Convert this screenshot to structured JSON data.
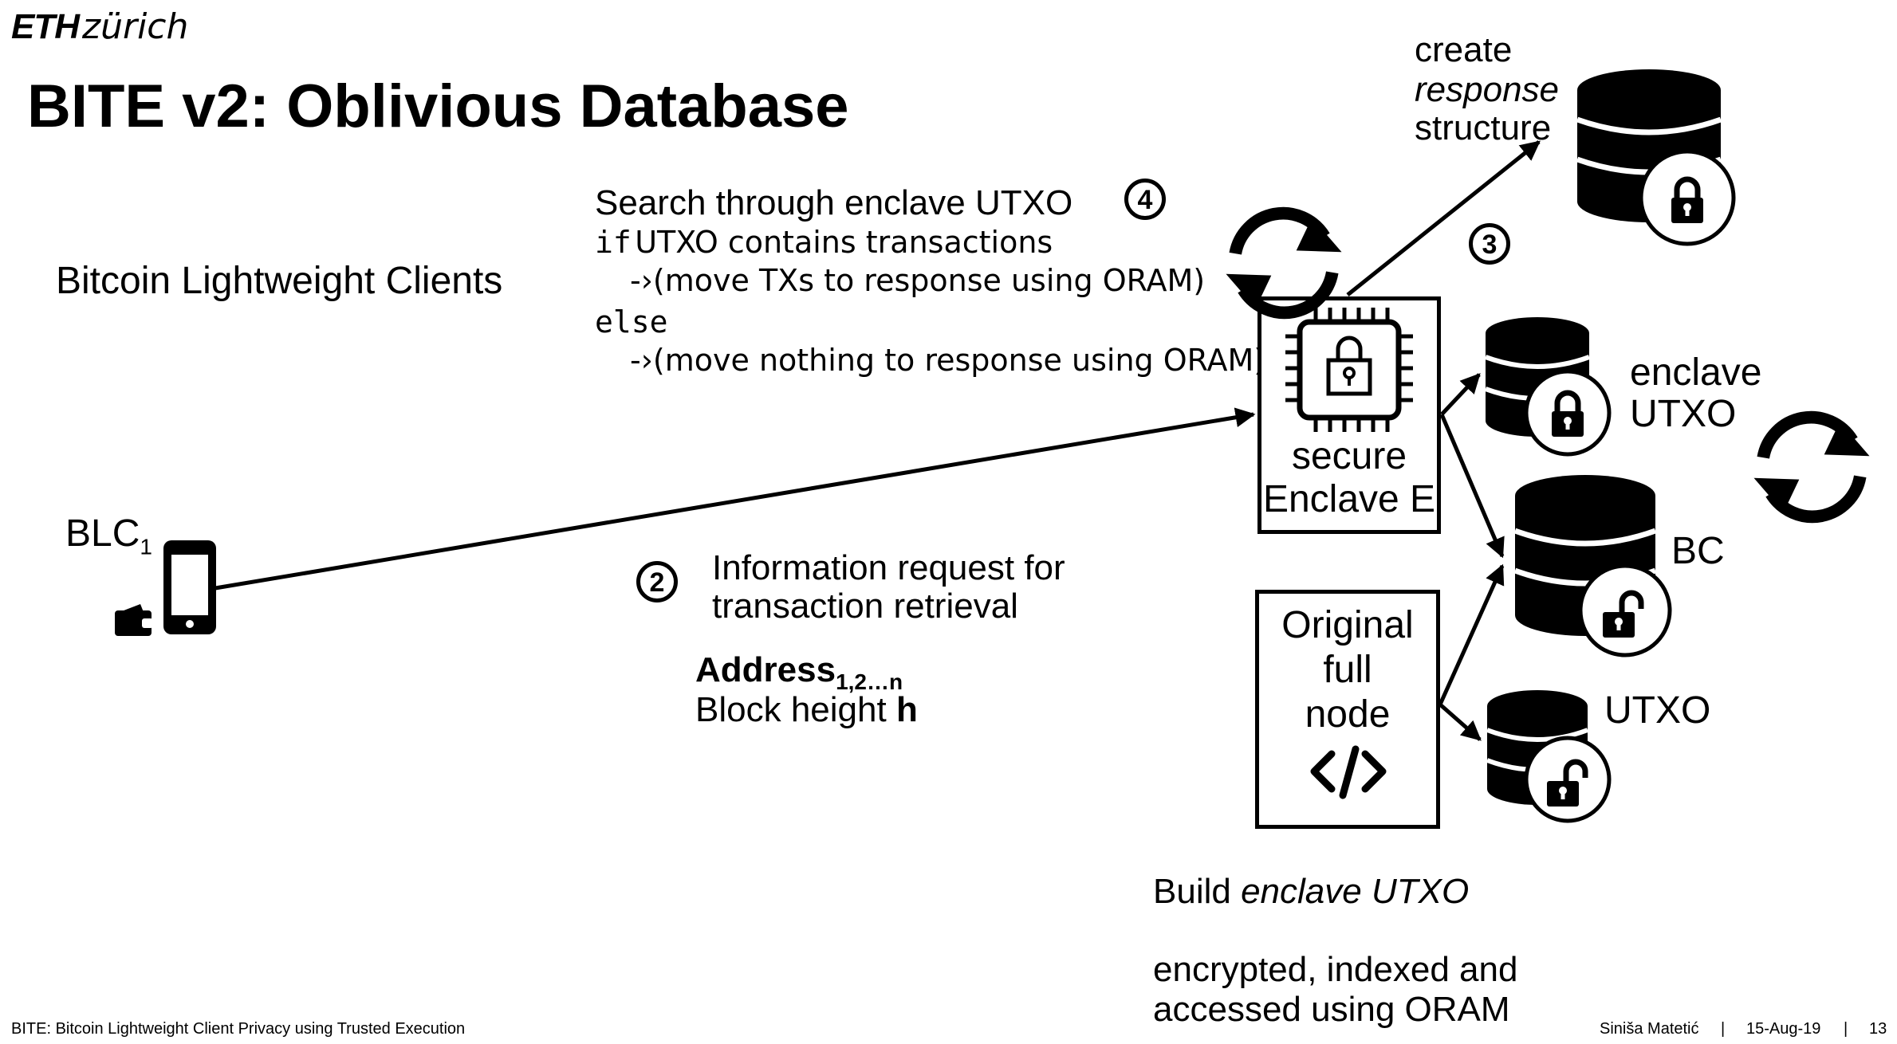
{
  "logo": {
    "bold": "ETH",
    "light": "zürich"
  },
  "title": "BITE v2: Oblivious Database",
  "clients_label": "Bitcoin Lightweight Clients",
  "blc": {
    "label": "BLC",
    "subscript": "1"
  },
  "search": {
    "line1": "Search through enclave UTXO",
    "if_keyword": "if",
    "if_text": "UTXO contains transactions",
    "then_text": "-›(move TXs to response using ORAM)",
    "else_keyword": "else",
    "else_text": "-›(move nothing to response using ORAM)"
  },
  "steps": {
    "s2": "2",
    "s3": "3",
    "s4": "4"
  },
  "request": {
    "line1": "Information request for",
    "line2": "transaction retrieval",
    "address": "Address",
    "address_sub": "1,2…n",
    "block_prefix": "Block height",
    "block_var": "h"
  },
  "create_response": {
    "line1": "create",
    "line2": "response",
    "line3": "structure"
  },
  "enclave": {
    "line1": "secure",
    "line2": "Enclave E"
  },
  "fullnode": {
    "line1": "Original",
    "line2": "full",
    "line3": "node"
  },
  "db_labels": {
    "enclave_utxo_1": "enclave",
    "enclave_utxo_2": "UTXO",
    "bc": "BC",
    "utxo": "UTXO"
  },
  "build": {
    "prefix": "Build",
    "emph": "enclave UTXO",
    "line2": "encrypted, indexed and",
    "line3": "accessed using ORAM"
  },
  "footer": {
    "left": "BITE: Bitcoin Lightweight Client Privacy using Trusted Execution",
    "author": "Siniša Matetić",
    "date": "15-Aug-19",
    "page": "13"
  },
  "icons": [
    "database-lock-icon",
    "database-unlock-icon",
    "cpu-lock-icon",
    "code-icon",
    "phone-icon",
    "wallet-icon",
    "refresh-cycle-icon"
  ]
}
